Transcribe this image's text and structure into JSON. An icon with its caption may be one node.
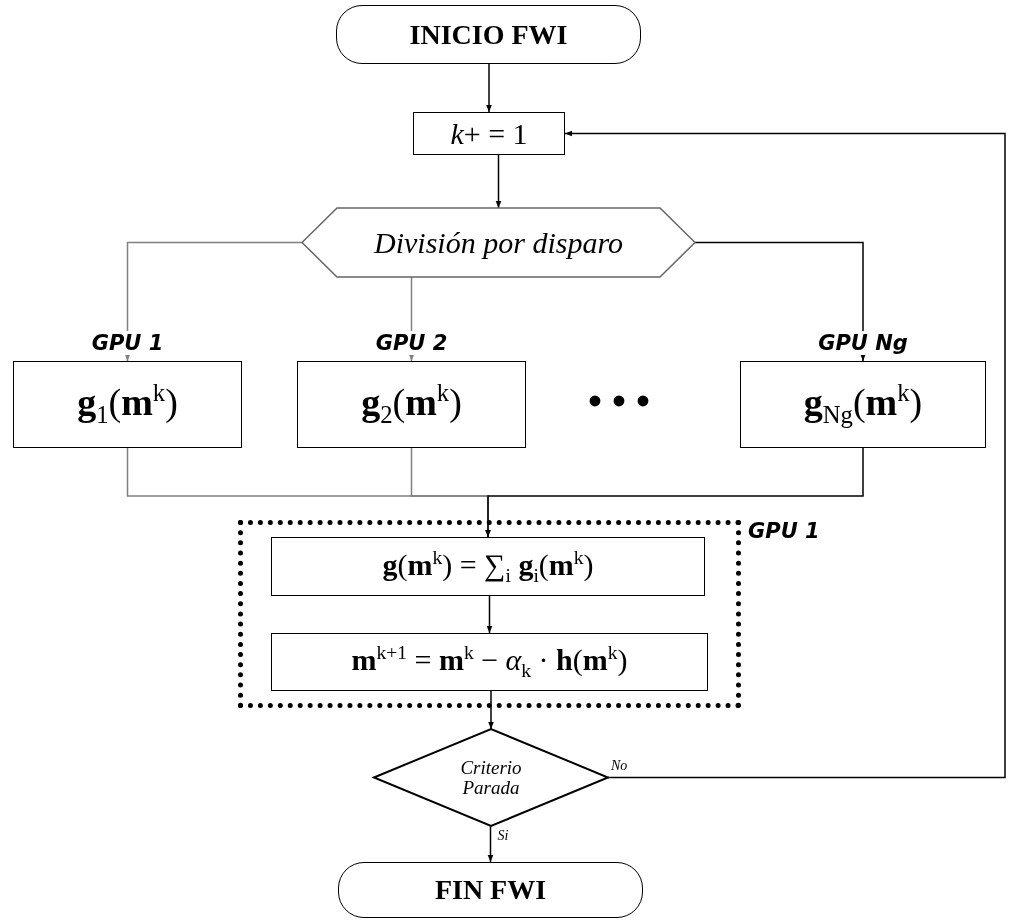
{
  "diagram": {
    "nodes": [
      {
        "text": [
          "INICIO FWI"
        ]
      },
      {
        "text": [
          "*k*+ = 1"
        ]
      },
      {
        "text": [
          "*División por disparo*"
        ]
      },
      {
        "text": [
          "GPU 1",
          "**g**$_{1}$(**m**$^{k}$)"
        ]
      },
      {
        "text": [
          "GPU 2",
          "**g**$_{2}$(**m**$^{k}$)"
        ]
      },
      {
        "text": [
          "GPU Ng",
          "**g**$_{Ng}$(**m**$^{k}$)"
        ]
      },
      {
        "text": [
          "GPU 1"
        ]
      },
      {
        "text": [
          "**g**(**m**$^{k}$) = ∑$_{i}$ **g**$_{i}$(**m**$^{k}$)"
        ],
        "in": 6
      },
      {
        "text": [
          "**m**$^{k+1}$ = **m**$^{k}$ − *α*$_{k}$ · **h**(**m**$^{k}$)"
        ],
        "in": 6
      },
      {
        "text": [
          "Criterio Parada"
        ]
      },
      {
        "text": [
          "FIN FWI"
        ]
      }
    ],
    "edges": [
      {
        "from": 0,
        "to": 1,
        "arrow": "to"
      },
      {
        "from": 1,
        "to": 2,
        "arrow": "to"
      },
      {
        "from": 2,
        "to": 3,
        "arrow": "to",
        "color": "#808080"
      },
      {
        "from": 2,
        "to": 4,
        "arrow": "to",
        "color": "#808080"
      },
      {
        "from": 2,
        "to": 5,
        "arrow": "to"
      },
      {
        "from": 3,
        "to": 7,
        "arrow": "to",
        "color": "#808080"
      },
      {
        "from": 4,
        "to": 7,
        "arrow": "to",
        "color": "#808080"
      },
      {
        "from": 5,
        "to": 7,
        "arrow": "to"
      },
      {
        "from": 7,
        "to": 8,
        "arrow": "to"
      },
      {
        "from": 8,
        "to": 9,
        "arrow": "to"
      },
      {
        "from": 9,
        "to": 10,
        "label": "Si",
        "arrow": "to"
      },
      {
        "from": 9,
        "to": 1,
        "label": "No",
        "arrow": "to"
      }
    ],
    "labels": [
      "• • •"
    ]
  }
}
